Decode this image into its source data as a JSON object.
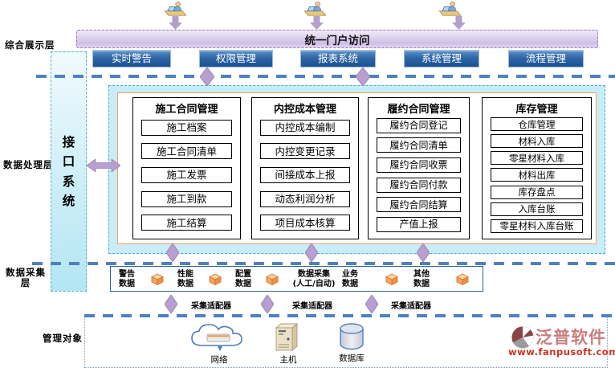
{
  "layers": {
    "display_label": "综合展示层",
    "processing_label": "数据处理层",
    "collection_label": "数据采集层",
    "objects_label": "管理对象"
  },
  "portal": {
    "title": "统一门户访问"
  },
  "top_buttons": [
    {
      "label": "实时警告"
    },
    {
      "label": "权限管理"
    },
    {
      "label": "报表系统"
    },
    {
      "label": "系统管理"
    },
    {
      "label": "流程管理"
    }
  ],
  "interface_system": {
    "label": "接口系统"
  },
  "modules": [
    {
      "title": "施工合同管理",
      "items": [
        "施工档案",
        "施工合同清单",
        "施工发票",
        "施工到款",
        "施工结算"
      ]
    },
    {
      "title": "内控成本管理",
      "items": [
        "内控成本编制",
        "内控变更记录",
        "间接成本上报",
        "动态利润分析",
        "项目成本核算"
      ]
    },
    {
      "title": "履约合同管理",
      "items": [
        "履约合同登记",
        "履约合同清单",
        "履约合同收票",
        "履约合同付款",
        "履约合同结算",
        "产值上报"
      ]
    },
    {
      "title": "库存管理",
      "items": [
        "仓库管理",
        "材料入库",
        "零星材料入库",
        "材料出库",
        "库存盘点",
        "入库台账",
        "零星材料入库台账"
      ]
    }
  ],
  "data_sources": [
    {
      "line1": "警告",
      "line2": "数据"
    },
    {
      "line1": "性能",
      "line2": "数据"
    },
    {
      "line1": "配置",
      "line2": "数据"
    },
    {
      "line1": "数据采集",
      "line2": "(人工/自动)"
    },
    {
      "line1": "业务",
      "line2": "数据"
    },
    {
      "line1": "其他",
      "line2": "数据"
    }
  ],
  "adapters": {
    "label": "采集适配器",
    "count": 3
  },
  "managed_objects": [
    {
      "label": "网络",
      "icon": "cloud-network-icon"
    },
    {
      "label": "主机",
      "icon": "server-icon"
    },
    {
      "label": "数据库",
      "icon": "database-icon"
    }
  ],
  "logo": {
    "name": "泛普软件",
    "url": "www.fanpusoft.com"
  },
  "icons": {
    "user": "user-at-laptop-icon",
    "connector": "purple-diamond-connector",
    "arrow": "purple-down-arrow",
    "data_cube": "orange-cube-icon"
  },
  "colors": {
    "portal_bar": "#d9c9eb",
    "button_blue": "#2f66a6",
    "separator_blue": "#4f81bd",
    "panel_cyan": "#c9edf8",
    "panel_border_teal": "#46aac6",
    "inner_border_orange": "#f5a15d",
    "connector_purple": "#b79fd0",
    "data_box_border": "#2f5f8f",
    "logo_red": "#cc3322",
    "logo_pink": "#c97e7e"
  }
}
